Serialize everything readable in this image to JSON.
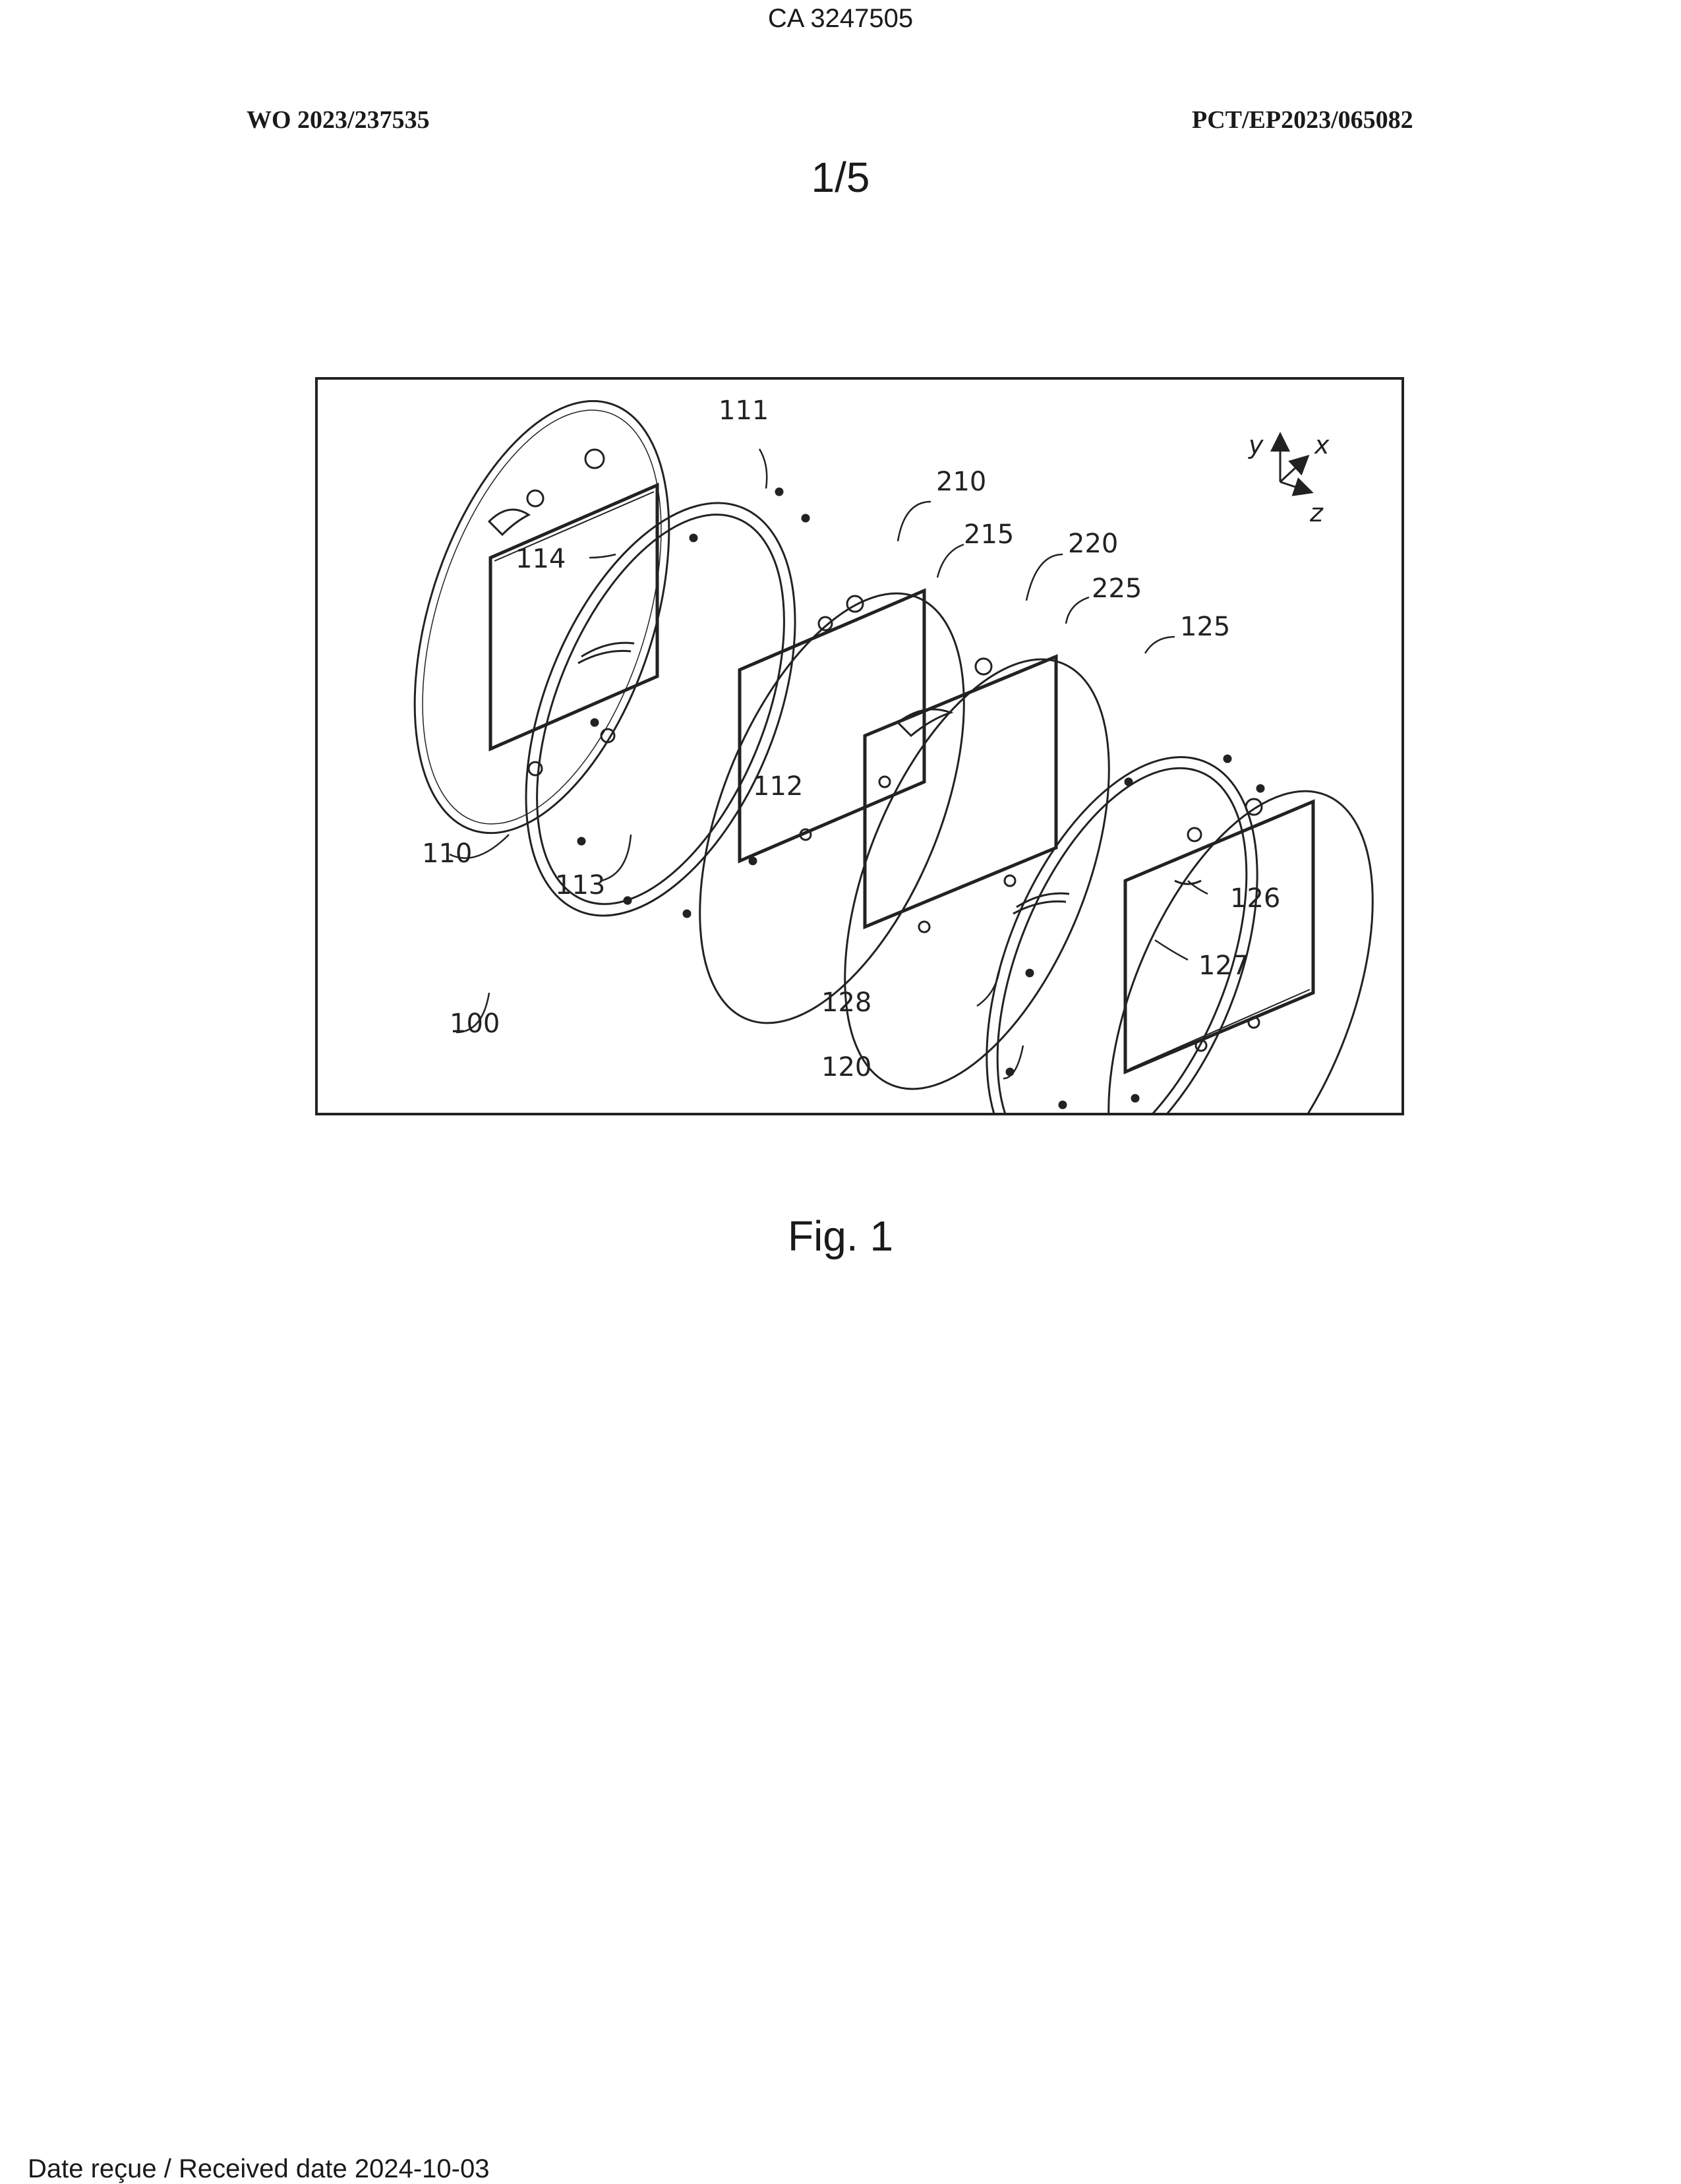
{
  "header": {
    "ca_number": "CA 3247505",
    "wo_number": "WO 2023/237535",
    "pct_number": "PCT/EP2023/065082",
    "sheet": "1/5"
  },
  "figure": {
    "caption": "Fig. 1",
    "axes": {
      "y": "y",
      "x": "x",
      "z": "z"
    },
    "labels": {
      "l111": "111",
      "l210": "210",
      "l215": "215",
      "l220": "220",
      "l225": "225",
      "l125": "125",
      "l114": "114",
      "l112": "112",
      "l110": "110",
      "l113": "113",
      "l126": "126",
      "l127": "127",
      "l100": "100",
      "l128": "128",
      "l120": "120"
    }
  },
  "footer": {
    "received": "Date reçue / Received date 2024-10-03"
  }
}
